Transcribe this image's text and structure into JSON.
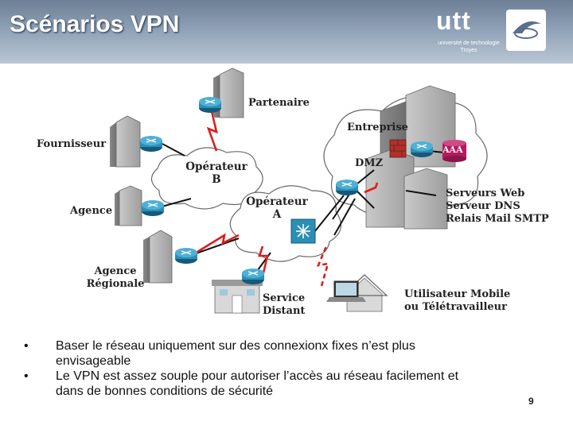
{
  "header": {
    "title": "Scénarios VPN",
    "logo_word": "utt",
    "logo_sub1": "université de technologie",
    "logo_sub2": "Troyes"
  },
  "diagram": {
    "labels": {
      "partenaire": "Partenaire",
      "entreprise": "Entreprise",
      "fournisseur": "Fournisseur",
      "operateur_b_1": "Opérateur",
      "operateur_b_2": "B",
      "dmz": "DMZ",
      "aaa": "AAA",
      "agence": "Agence",
      "operateur_a_1": "Opérateur",
      "operateur_a_2": "A",
      "serveurs_1": "Serveurs Web",
      "serveurs_2": "Serveur DNS",
      "serveurs_3": "Relais Mail SMTP",
      "agence_reg_1": "Agence",
      "agence_reg_2": "Régionale",
      "service_1": "Service",
      "service_2": "Distant",
      "mobile_1": "Utilisateur Mobile",
      "mobile_2": "ou Télétravailleur"
    }
  },
  "bullets": [
    {
      "line1": "Baser le réseau uniquement sur des connexionx fixes n’est plus",
      "line2": "envisageable"
    },
    {
      "line1": "Le VPN est assez souple pour autoriser l’accès au réseau facilement et",
      "line2": "dans de bonnes conditions de sécurité"
    }
  ],
  "page_number": "9",
  "colors": {
    "router": "#2b8fb5",
    "lightning": "#e01b1b",
    "firewall": "#b0312a",
    "aaa": "#b31a60",
    "cloud_fill": "#ffffff",
    "cloud_stroke": "#6a6a6a"
  }
}
